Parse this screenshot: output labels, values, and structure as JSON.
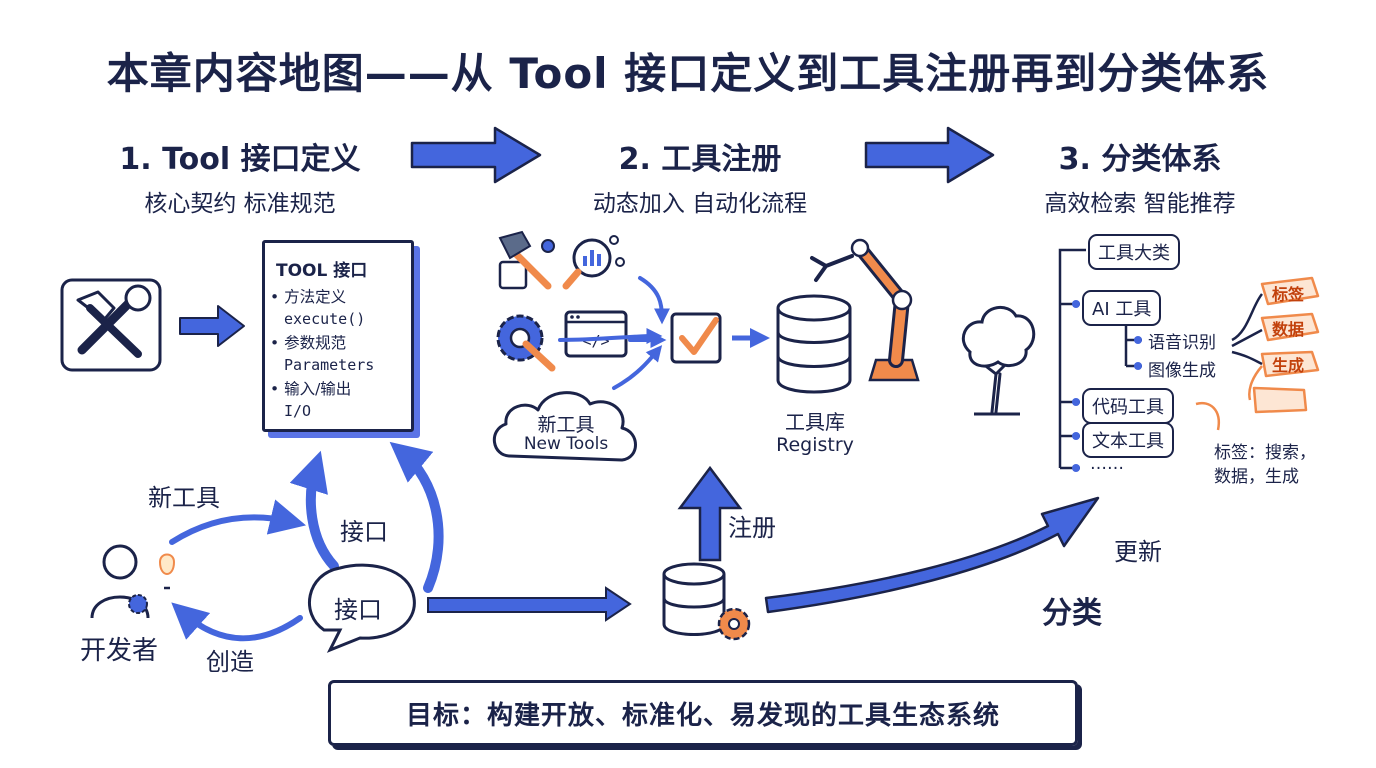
{
  "title": "本章内容地图——从 Tool 接口定义到工具注册再到分类体系",
  "steps": [
    {
      "title": "1. Tool 接口定义",
      "subtitle": "核心契约   标准规范"
    },
    {
      "title": "2. 工具注册",
      "subtitle": "动态加入   自动化流程"
    },
    {
      "title": "3. 分类体系",
      "subtitle": "高效检索   智能推荐"
    }
  ],
  "tool_doc": {
    "heading": "TOOL 接口",
    "lines": [
      "• 方法定义",
      "execute()",
      "• 参数规范",
      "Parameters",
      "• 输入/输出",
      "I/O"
    ]
  },
  "registration": {
    "new_tools_cloud": [
      "新工具",
      "New Tools"
    ],
    "registry_label": [
      "工具库",
      "Registry"
    ],
    "register_label": "注册"
  },
  "developer": {
    "label": "开发者",
    "new_tool_label": "新工具",
    "create_label": "创造",
    "interface_label": "接口",
    "bubble_label": "接口"
  },
  "taxonomy": {
    "root": "工具大类",
    "ai": "AI 工具",
    "speech": "语音识别",
    "image": "图像生成",
    "code": "代码工具",
    "text": "文本工具",
    "more": "……",
    "tags": [
      "标签",
      "数据",
      "生成"
    ],
    "tag_note": [
      "标签：搜索，",
      "数据，生成"
    ],
    "update_label": "更新",
    "classify_label": "分类"
  },
  "goal": "目标：构建开放、标准化、易发现的工具生态系统",
  "colors": {
    "ink": "#1b2349",
    "blue": "#4466dd",
    "orange": "#f08a4b"
  }
}
